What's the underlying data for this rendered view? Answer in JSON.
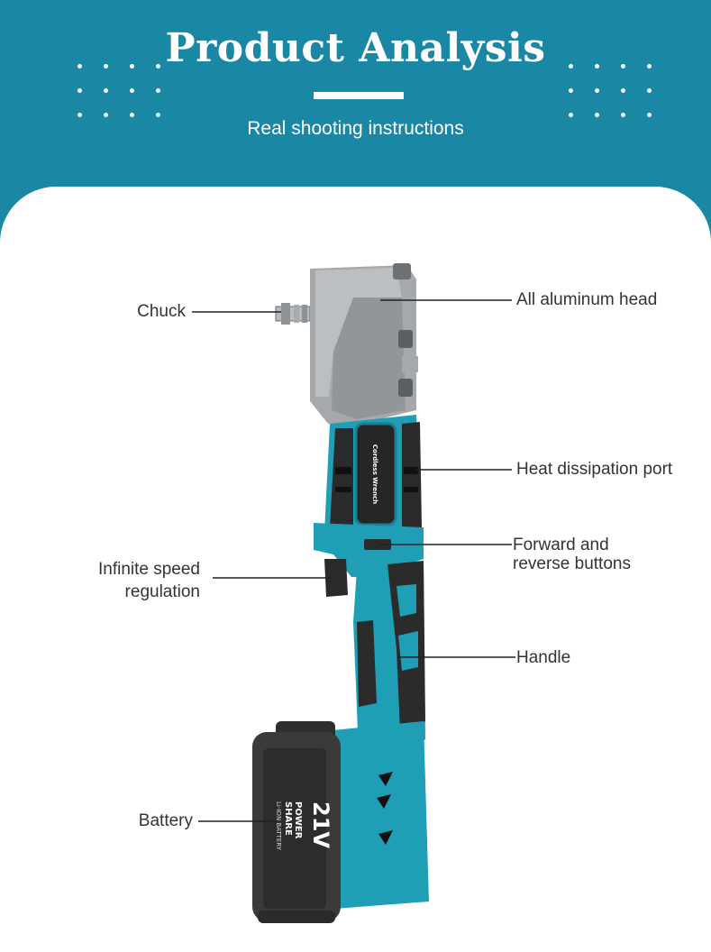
{
  "header": {
    "title": "Product Analysis",
    "subtitle": "Real shooting instructions"
  },
  "labels": {
    "chuck": "Chuck",
    "head": "All aluminum head",
    "heat": "Heat dissipation port",
    "forward_line1": "Forward and",
    "forward_line2": "reverse buttons",
    "speed_line1": "Infinite speed",
    "speed_line2": "regulation",
    "handle": "Handle",
    "battery": "Battery"
  },
  "product": {
    "side_label": "Cordless Wrench",
    "battery_voltage": "21V",
    "battery_brand_1": "POWER",
    "battery_brand_2": "SHARE",
    "battery_type": "Li-ION BATTERY"
  },
  "colors": {
    "header_bg": "#1a88a5",
    "tool_teal": "#1e9fb5",
    "tool_black": "#2b2b2b",
    "head_gray": "#9b9ea1",
    "battery_body": "#3a3a3a"
  }
}
